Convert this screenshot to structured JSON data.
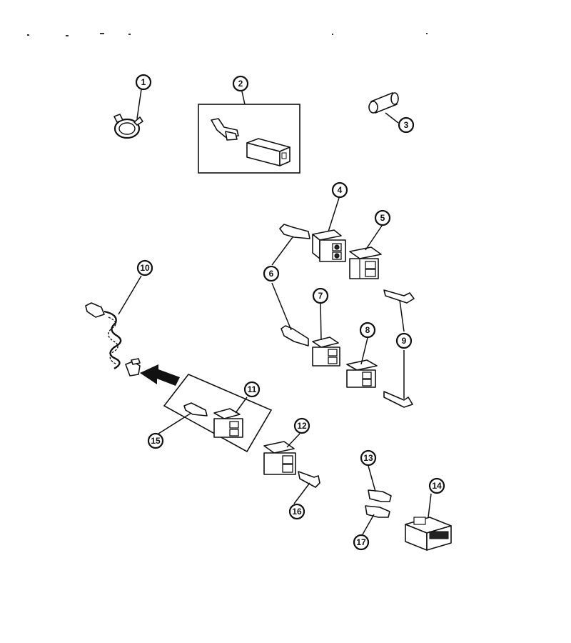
{
  "diagram": {
    "callouts": [
      {
        "id": "c1",
        "label": "1"
      },
      {
        "id": "c2",
        "label": "2"
      },
      {
        "id": "c3",
        "label": "3"
      },
      {
        "id": "c4",
        "label": "4"
      },
      {
        "id": "c5",
        "label": "5"
      },
      {
        "id": "c6",
        "label": "6"
      },
      {
        "id": "c7",
        "label": "7"
      },
      {
        "id": "c8",
        "label": "8"
      },
      {
        "id": "c9",
        "label": "9"
      },
      {
        "id": "c10",
        "label": "10"
      },
      {
        "id": "c11",
        "label": "11"
      },
      {
        "id": "c12",
        "label": "12"
      },
      {
        "id": "c13",
        "label": "13"
      },
      {
        "id": "c14",
        "label": "14"
      },
      {
        "id": "c15",
        "label": "15"
      },
      {
        "id": "c16",
        "label": "16"
      },
      {
        "id": "c17",
        "label": "17"
      }
    ],
    "colors": {
      "ink": "#111111",
      "background": "#ffffff"
    }
  }
}
